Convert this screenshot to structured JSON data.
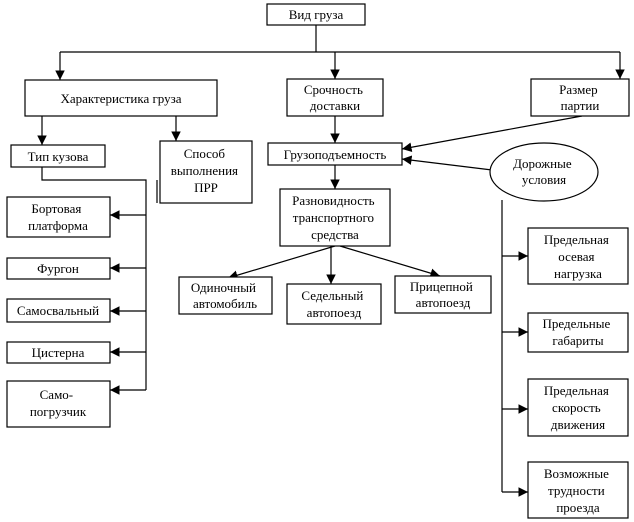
{
  "nodes": {
    "vid_gruza": [
      "Вид груза"
    ],
    "harakteristika": [
      "Характеристика груза"
    ],
    "srochnost": [
      "Срочность",
      "доставки"
    ],
    "razmer": [
      "Размер",
      "партии"
    ],
    "tip_kuzova": [
      "Тип кузова"
    ],
    "sposob_prr": [
      "Способ",
      "выполнения",
      "ПРР"
    ],
    "gruzopodemnost": [
      "Грузоподъемность"
    ],
    "dorozhnye": [
      "Дорожные",
      "условия"
    ],
    "raznovidnost": [
      "Разновидность",
      "транспортного",
      "средства"
    ],
    "bortovaya": [
      "Бортовая",
      "платформа"
    ],
    "furgon": [
      "Фургон"
    ],
    "samosvalny": [
      "Самосвальный"
    ],
    "cisterna": [
      "Цистерна"
    ],
    "samopogruzchik": [
      "Само-",
      "погрузчик"
    ],
    "odinochny": [
      "Одиночный",
      "автомобиль"
    ],
    "sedelny": [
      "Седельный",
      "автопоезд"
    ],
    "pricepnoy": [
      "Прицепной",
      "автопоезд"
    ],
    "osevaya": [
      "Предельная",
      "осевая",
      "нагрузка"
    ],
    "gabarity": [
      "Предельные",
      "габариты"
    ],
    "skorost": [
      "Предельная",
      "скорость",
      "движения"
    ],
    "trudnosti": [
      "Возможные",
      "трудности",
      "проезда"
    ]
  }
}
